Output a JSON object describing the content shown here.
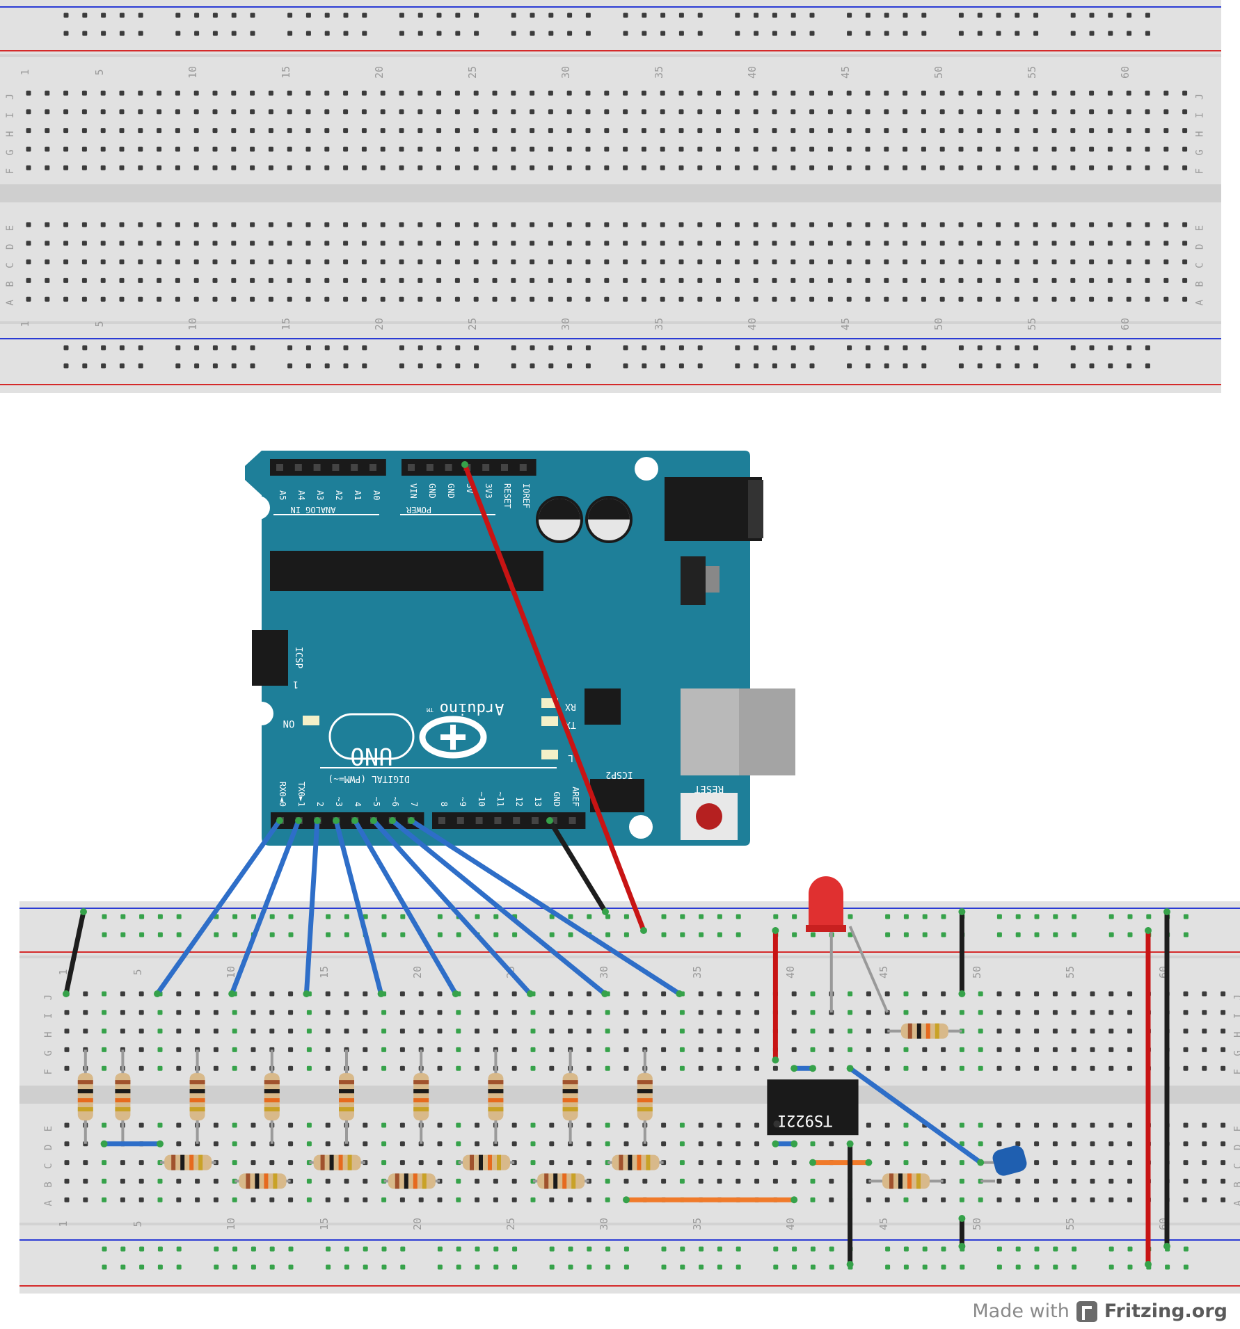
{
  "colors": {
    "board": "#e1e1e1",
    "hole": "#3b3b3b",
    "hole_used": "#36a24a",
    "rail_red": "#d42a2a",
    "rail_blue": "#2a3bd4",
    "arduino": "#1e7f99",
    "wire_blue": "#2e6ec8",
    "wire_red": "#c81414",
    "wire_black": "#1d1d1d",
    "wire_orange": "#f07a2a"
  },
  "breadboard": {
    "column_numbers": [
      "1",
      "5",
      "10",
      "15",
      "20",
      "25",
      "30",
      "35",
      "40",
      "45",
      "50",
      "55",
      "60"
    ],
    "row_letters_top": [
      "J",
      "I",
      "H",
      "G",
      "F"
    ],
    "row_letters_bottom": [
      "E",
      "D",
      "C",
      "B",
      "A"
    ]
  },
  "arduino": {
    "analog_pins": [
      "A5",
      "A4",
      "A3",
      "A2",
      "A1",
      "A0"
    ],
    "analog_label": "ANALOG IN",
    "power_pins": [
      "VIN",
      "GND",
      "GND",
      "5V",
      "3V3",
      "RESET",
      "IOREF"
    ],
    "power_label": "POWER",
    "digital_high": [
      "8",
      "~9",
      "~10",
      "~11",
      "12",
      "13",
      "GND",
      "AREF"
    ],
    "digital_low": [
      "RX0◄0",
      "TX0►1",
      "2",
      "~3",
      "4",
      "~5",
      "~6",
      "7"
    ],
    "digital_label": "DIGITAL (PWM=~)",
    "icsp_label": "ICSP",
    "icsp2_label": "ICSP2",
    "reset_label": "RESET",
    "on_label": "ON",
    "rx_label": "RX",
    "tx_label": "TX",
    "l_label": "L",
    "brand": "Arduino",
    "tm": "TM",
    "model": "UNO",
    "pin1_marker": "1"
  },
  "ic": {
    "label": "TS922I"
  },
  "credit": {
    "prefix": "Made with",
    "brand": "Fritzing.org"
  }
}
